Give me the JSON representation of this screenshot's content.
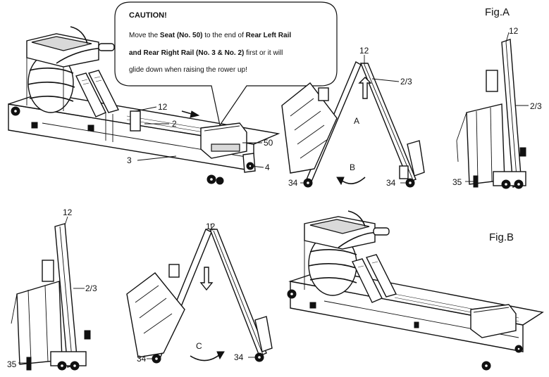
{
  "figures": {
    "fig_a": "Fig.A",
    "fig_b": "Fig.B"
  },
  "caution": {
    "title": "CAUTION!",
    "line1_pre": "Move the ",
    "line1_bold1": "Seat (No. 50)",
    "line1_post": " to the end of ",
    "line1_bold2": "Rear Left Rail",
    "line2_bold": "and Rear Right Rail (No. 3 & No. 2)",
    "line2_post": " first or it will",
    "line3": "glide down when raising the rower up!"
  },
  "callouts": {
    "p12": "12",
    "p2": "2",
    "p3": "3",
    "p4": "4",
    "p50": "50",
    "p23": "2/3",
    "p34": "34",
    "p35": "35"
  },
  "motion_labels": {
    "a": "A",
    "b": "B",
    "c": "C"
  }
}
